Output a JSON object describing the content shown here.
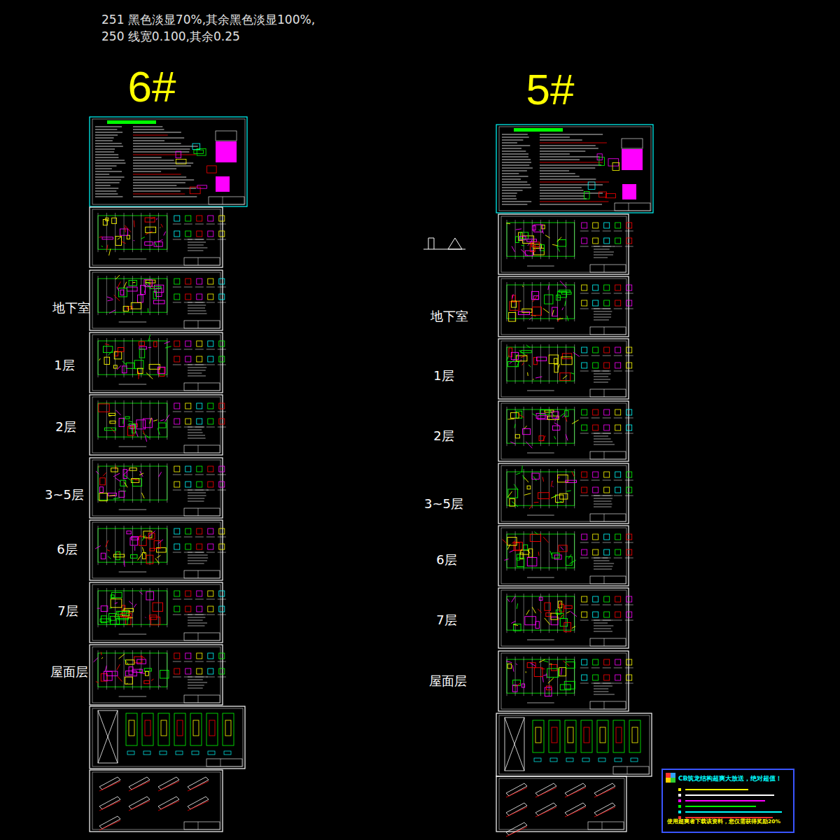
{
  "diagram": {
    "nodes": [
      {
        "text": [
          "CB筑龙结构超爽大放送，绝对超值！",
          "使用超爽者下载该资料，您仅需获得奖励20%"
        ]
      }
    ],
    "labels": [
      "251  黑色淡显70%,其余黑色淡显100%,",
      "250  线宽0.100,其余0.25",
      "6#",
      "5#",
      "地下室",
      "1层",
      "2层",
      "3~5层",
      "6层",
      "7层",
      "屋面层",
      "地下室",
      "1层",
      "2层",
      "3~5层",
      "6层",
      "7层",
      "屋面层"
    ]
  }
}
